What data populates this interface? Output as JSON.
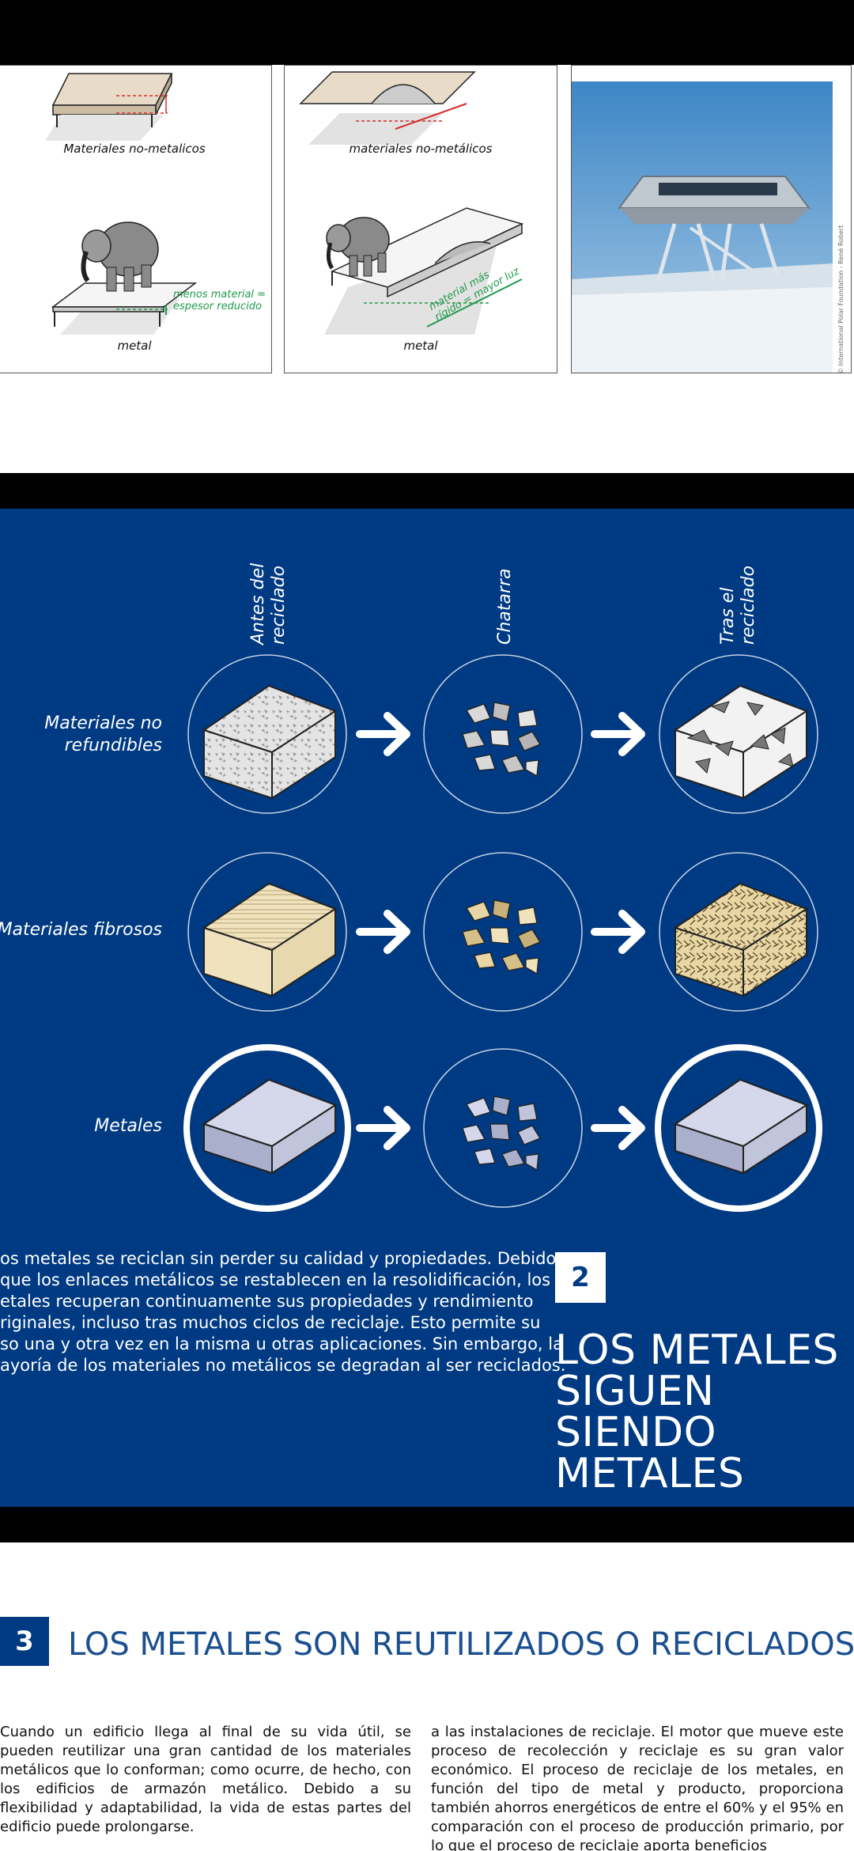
{
  "top_panels": {
    "panel1": {
      "caption_top": "Materiales no-metalicos",
      "caption_bottom": "metal",
      "note_line1": "menos material =",
      "note_line2": "espesor reducido"
    },
    "panel2": {
      "caption_top": "materiales no-metálicos",
      "caption_bottom": "metal",
      "note_line1": "material más",
      "note_line2": "rígido = mayor luz"
    },
    "photo_credit": "© International Polar Foundation - René Robert"
  },
  "recycling": {
    "columns": [
      {
        "line1": "Antes del",
        "line2": "reciclado"
      },
      {
        "line1": "Chatarra",
        "line2": ""
      },
      {
        "line1": "Tras el",
        "line2": "reciclado"
      }
    ],
    "rows": [
      {
        "line1": "Materiales no",
        "line2": "refundibles"
      },
      {
        "line1": "Materiales fibrosos",
        "line2": ""
      },
      {
        "line1": "Metales",
        "line2": ""
      }
    ]
  },
  "section2": {
    "number": "2",
    "title_line1": "LOS METALES",
    "title_line2": "SIGUEN SIENDO",
    "title_line3": "METALES",
    "paragraph_lines": [
      "os metales se reciclan sin perder su calidad y propiedades. Debido",
      "que los enlaces metálicos se restablecen en la resolidificación, los",
      "etales recuperan continuamente sus propiedades y rendimiento",
      "riginales, incluso tras muchos ciclos de reciclaje. Esto permite su",
      "so una y otra vez en la misma u otras aplicaciones. Sin embargo, la",
      "ayoría de los materiales no metálicos se degradan al ser reciclados."
    ]
  },
  "section3": {
    "number": "3",
    "title": "LOS METALES SON REUTILIZADOS O RECICLADOS",
    "col1": "Cuando un edificio llega al final de su vida útil, se pueden reutilizar una gran cantidad de los materiales metálicos que lo conforman; como ocurre, de hecho, con los edificios de armazón metálico. Debido a su flexibilidad y adaptabilidad, la vida de estas partes del edificio puede prolongarse.",
    "col2": "a las instalaciones de reciclaje. El motor que mueve este proceso de recolección y reciclaje es su gran valor económico. El proceso de reciclaje de los metales, en función del tipo de metal y producto, proporciona también ahorros energéticos de entre el 60% y el 95% en comparación con el proceso de producción primario, por lo que el proceso de reciclaje aporta beneficios"
  },
  "colors": {
    "brand_blue": "#003a82",
    "title_blue": "#1b4f8f",
    "note_green": "#1f9a4a"
  }
}
